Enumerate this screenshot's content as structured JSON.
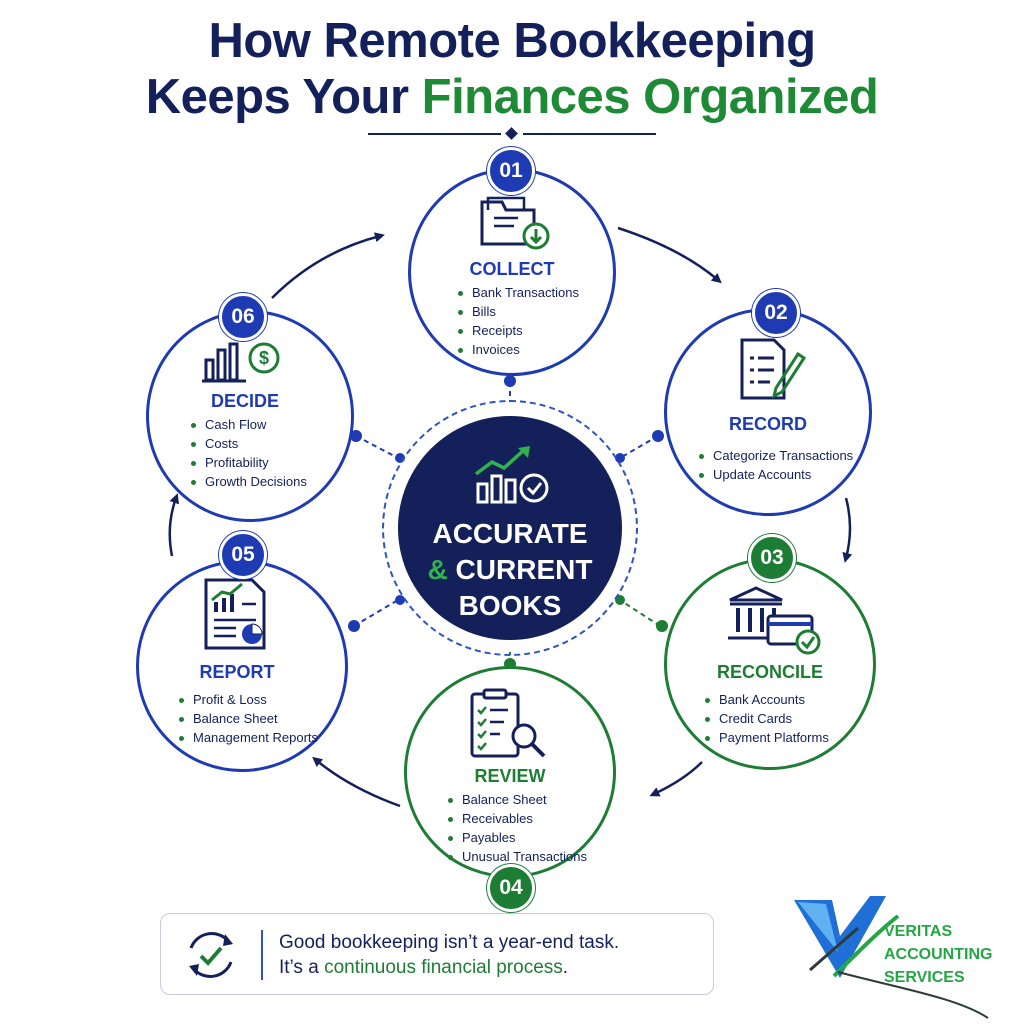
{
  "title": {
    "line1": "How Remote Bookkeeping",
    "line2_prefix": "Keeps Your ",
    "line2_highlight": "Finances Organized"
  },
  "center": {
    "line1": "ACCURATE",
    "line2_amp": "&",
    "line2_rest": " CURRENT",
    "line3": "BOOKS"
  },
  "stages": [
    {
      "number": "01",
      "label": "COLLECT",
      "icon": "folder-download-icon",
      "items": [
        "Bank Transactions",
        "Bills",
        "Receipts",
        "Invoices"
      ]
    },
    {
      "number": "02",
      "label": "RECORD",
      "icon": "document-pen-icon",
      "items": [
        "Categorize Transactions",
        "Update Accounts"
      ]
    },
    {
      "number": "03",
      "label": "RECONCILE",
      "icon": "bank-card-check-icon",
      "items": [
        "Bank Accounts",
        "Credit Cards",
        "Payment Platforms"
      ]
    },
    {
      "number": "04",
      "label": "REVIEW",
      "icon": "checklist-magnifier-icon",
      "items": [
        "Balance Sheet",
        "Receivables",
        "Payables",
        "Unusual Transactions"
      ]
    },
    {
      "number": "05",
      "label": "REPORT",
      "icon": "report-chart-icon",
      "items": [
        "Profit & Loss",
        "Balance Sheet",
        "Management Reports"
      ]
    },
    {
      "number": "06",
      "label": "DECIDE",
      "icon": "bar-chart-dollar-icon",
      "items": [
        "Cash Flow",
        "Costs",
        "Profitability",
        "Growth Decisions"
      ]
    }
  ],
  "footer": {
    "icon": "cycle-check-icon",
    "line1": "Good bookkeeping isn’t a year-end task.",
    "line2_prefix": "It’s a ",
    "line2_highlight": "continuous financial process",
    "line2_suffix": "."
  },
  "logo": {
    "line1": "VERITAS",
    "line2": "ACCOUNTING",
    "line3": "SERVICES"
  },
  "colors": {
    "navy": "#14205a",
    "blue": "#1f3bb3",
    "green": "#1e7d34",
    "bright_green": "#25a645"
  }
}
